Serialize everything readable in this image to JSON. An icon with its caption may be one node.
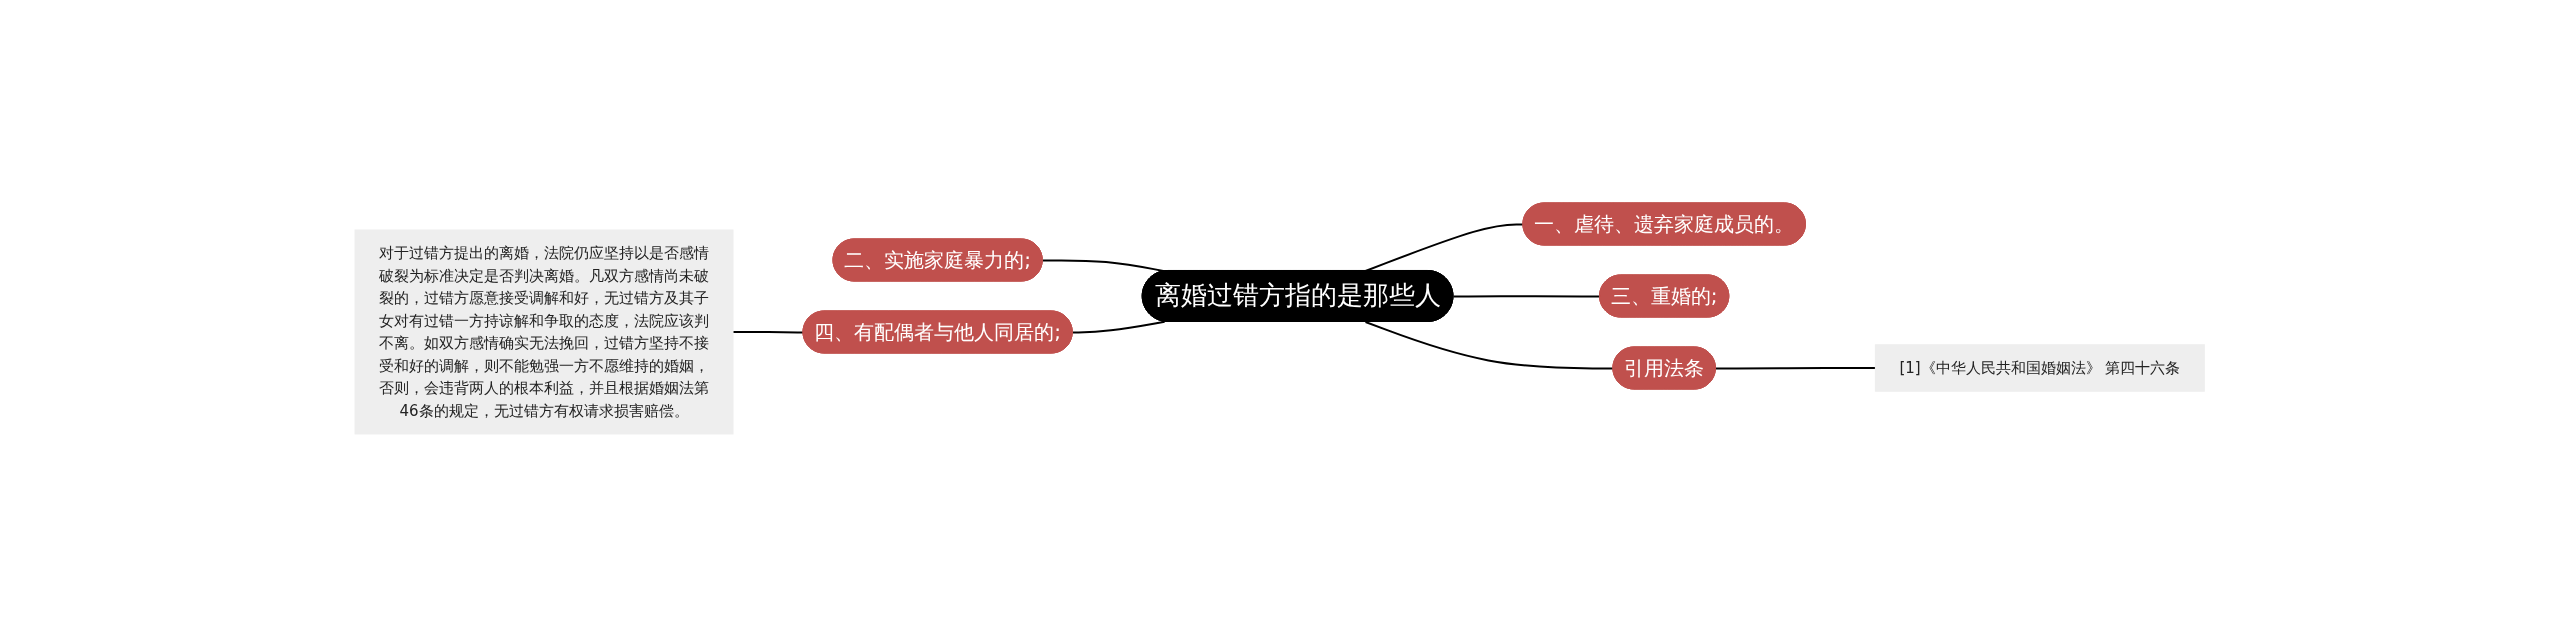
{
  "diagram": {
    "nodes": [
      {
        "text": [
          "离婚过错方指的是那些人"
        ]
      },
      {
        "text": [
          "二、实施家庭暴力的;"
        ]
      },
      {
        "text": [
          "一、虐待、遗弃家庭成员的。"
        ]
      },
      {
        "text": [
          "三、重婚的;"
        ]
      },
      {
        "text": [
          "四、有配偶者与他人同居的;"
        ]
      },
      {
        "text": [
          "引用法条"
        ]
      },
      {
        "text": [
          "对于过错方提出的离婚，法院仍应坚持以是否感情破裂为标准决定是否判决离婚。凡双方感情尚未破裂的，过错方愿意接受调解和好，无过错方及其子女对有过错一方持谅解和争取的态度，法院应该判不离。如双方感情确实无法挽回，过错方坚持不接受和好的调解，则不能勉强一方不愿维持的婚姻，否则，会违背两人的根本利益，并且根据婚姻法第46条的规定，无过错方有权请求损害赔偿。"
        ]
      },
      {
        "text": [
          "[1]《中华人民共和国婚姻法》 第四十六条"
        ]
      }
    ],
    "edges": [
      {
        "from": 1,
        "to": 0,
        "arrow": "none"
      },
      {
        "from": 6,
        "to": 4,
        "arrow": "none"
      },
      {
        "from": 4,
        "to": 0,
        "arrow": "none"
      },
      {
        "from": 0,
        "to": 2,
        "arrow": "none"
      },
      {
        "from": 0,
        "to": 3,
        "arrow": "none"
      },
      {
        "from": 0,
        "to": 5,
        "arrow": "none"
      },
      {
        "from": 5,
        "to": 7,
        "arrow": "none"
      }
    ]
  }
}
